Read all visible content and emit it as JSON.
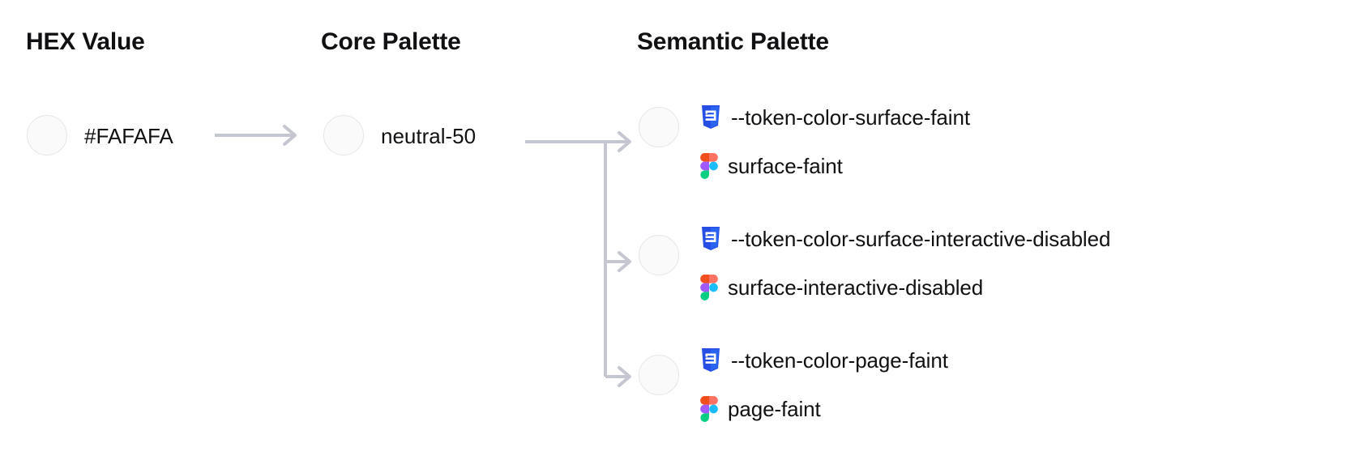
{
  "headers": {
    "hex": "HEX Value",
    "core": "Core Palette",
    "semantic": "Semantic Palette"
  },
  "swatch_color": "#FAFAFA",
  "hex": {
    "value": "#FAFAFA"
  },
  "core": {
    "value": "neutral-50"
  },
  "semantic": [
    {
      "css_token": "--token-color-surface-faint",
      "figma_token": "surface-faint",
      "css_icon": "css3-icon",
      "figma_icon": "figma-icon"
    },
    {
      "css_token": "--token-color-surface-interactive-disabled",
      "figma_token": "surface-interactive-disabled",
      "css_icon": "css3-icon",
      "figma_icon": "figma-icon"
    },
    {
      "css_token": "--token-color-page-faint",
      "figma_token": "page-faint",
      "css_icon": "css3-icon",
      "figma_icon": "figma-icon"
    }
  ],
  "colors": {
    "connector": "#C5C7D0",
    "swatch_border": "#E6E6EA",
    "text": "#111114",
    "css_icon_dark": "#264DE4",
    "css_icon_light": "#2965F1",
    "figma_orange": "#F24E1E",
    "figma_red": "#FF7262",
    "figma_purple": "#A259FF",
    "figma_blue": "#1ABCFE",
    "figma_green": "#0ACF83"
  }
}
